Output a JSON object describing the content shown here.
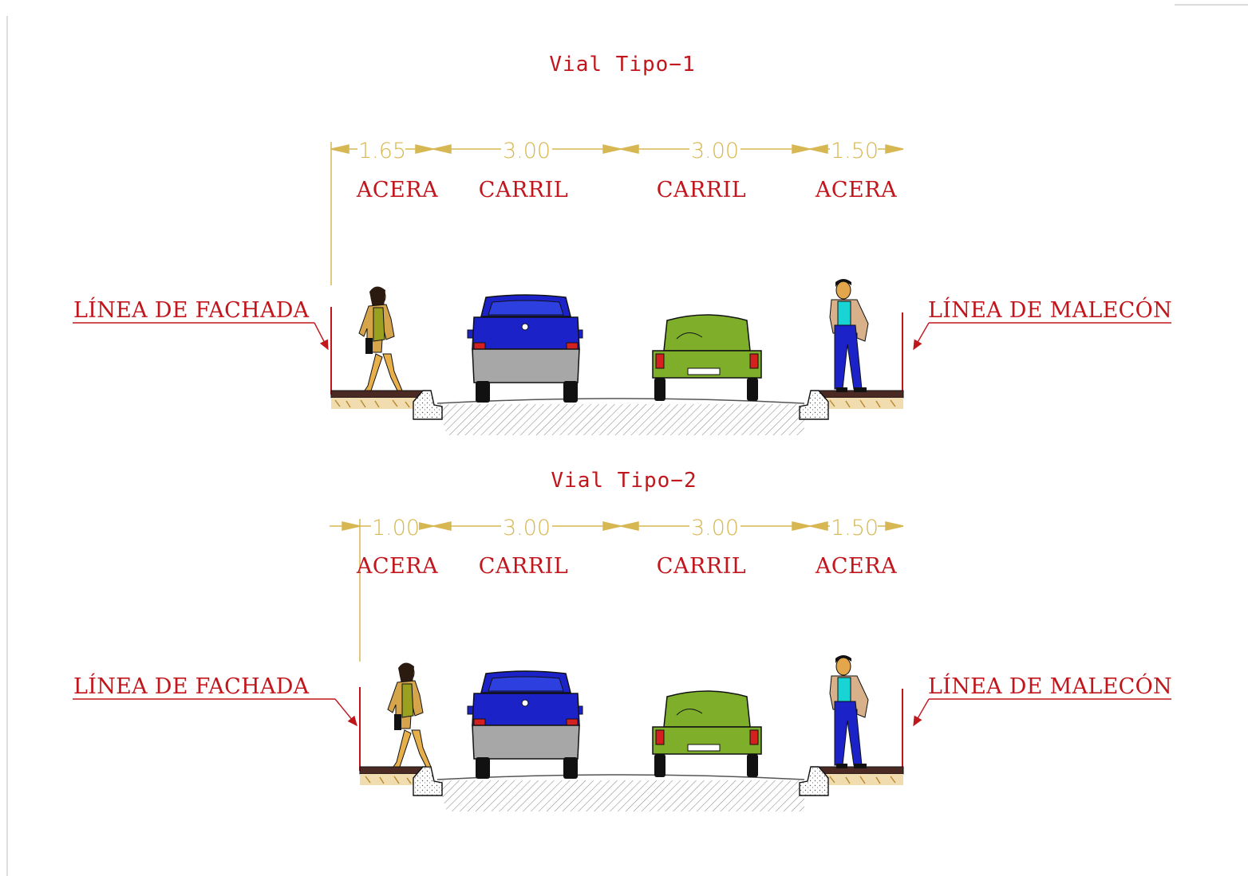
{
  "sections": [
    {
      "title": "Vial Tipo−1",
      "dimensions": [
        "1.65",
        "3.00",
        "3.00",
        "1.50"
      ],
      "labels": [
        "ACERA",
        "CARRIL",
        "CARRIL",
        "ACERA"
      ],
      "left_label": "LÍNEA  DE  FACHADA",
      "right_label": "LÍNEA  DE  MALECÓN"
    },
    {
      "title": "Vial Tipo−2",
      "dimensions": [
        "1.00",
        "3.00",
        "3.00",
        "1.50"
      ],
      "labels": [
        "ACERA",
        "CARRIL",
        "CARRIL",
        "ACERA"
      ],
      "left_label": "LÍNEA  DE  FACHADA",
      "right_label": "LÍNEA  DE  MALECÓN"
    }
  ],
  "colors": {
    "text_red": "#c0161c",
    "dimension_gold": "#d7b752",
    "car_blue": "#1a22c8",
    "car_green": "#7fae2a"
  },
  "icons": [
    "pedestrian-woman-icon",
    "blue-car-icon",
    "green-car-icon",
    "pedestrian-man-icon"
  ]
}
